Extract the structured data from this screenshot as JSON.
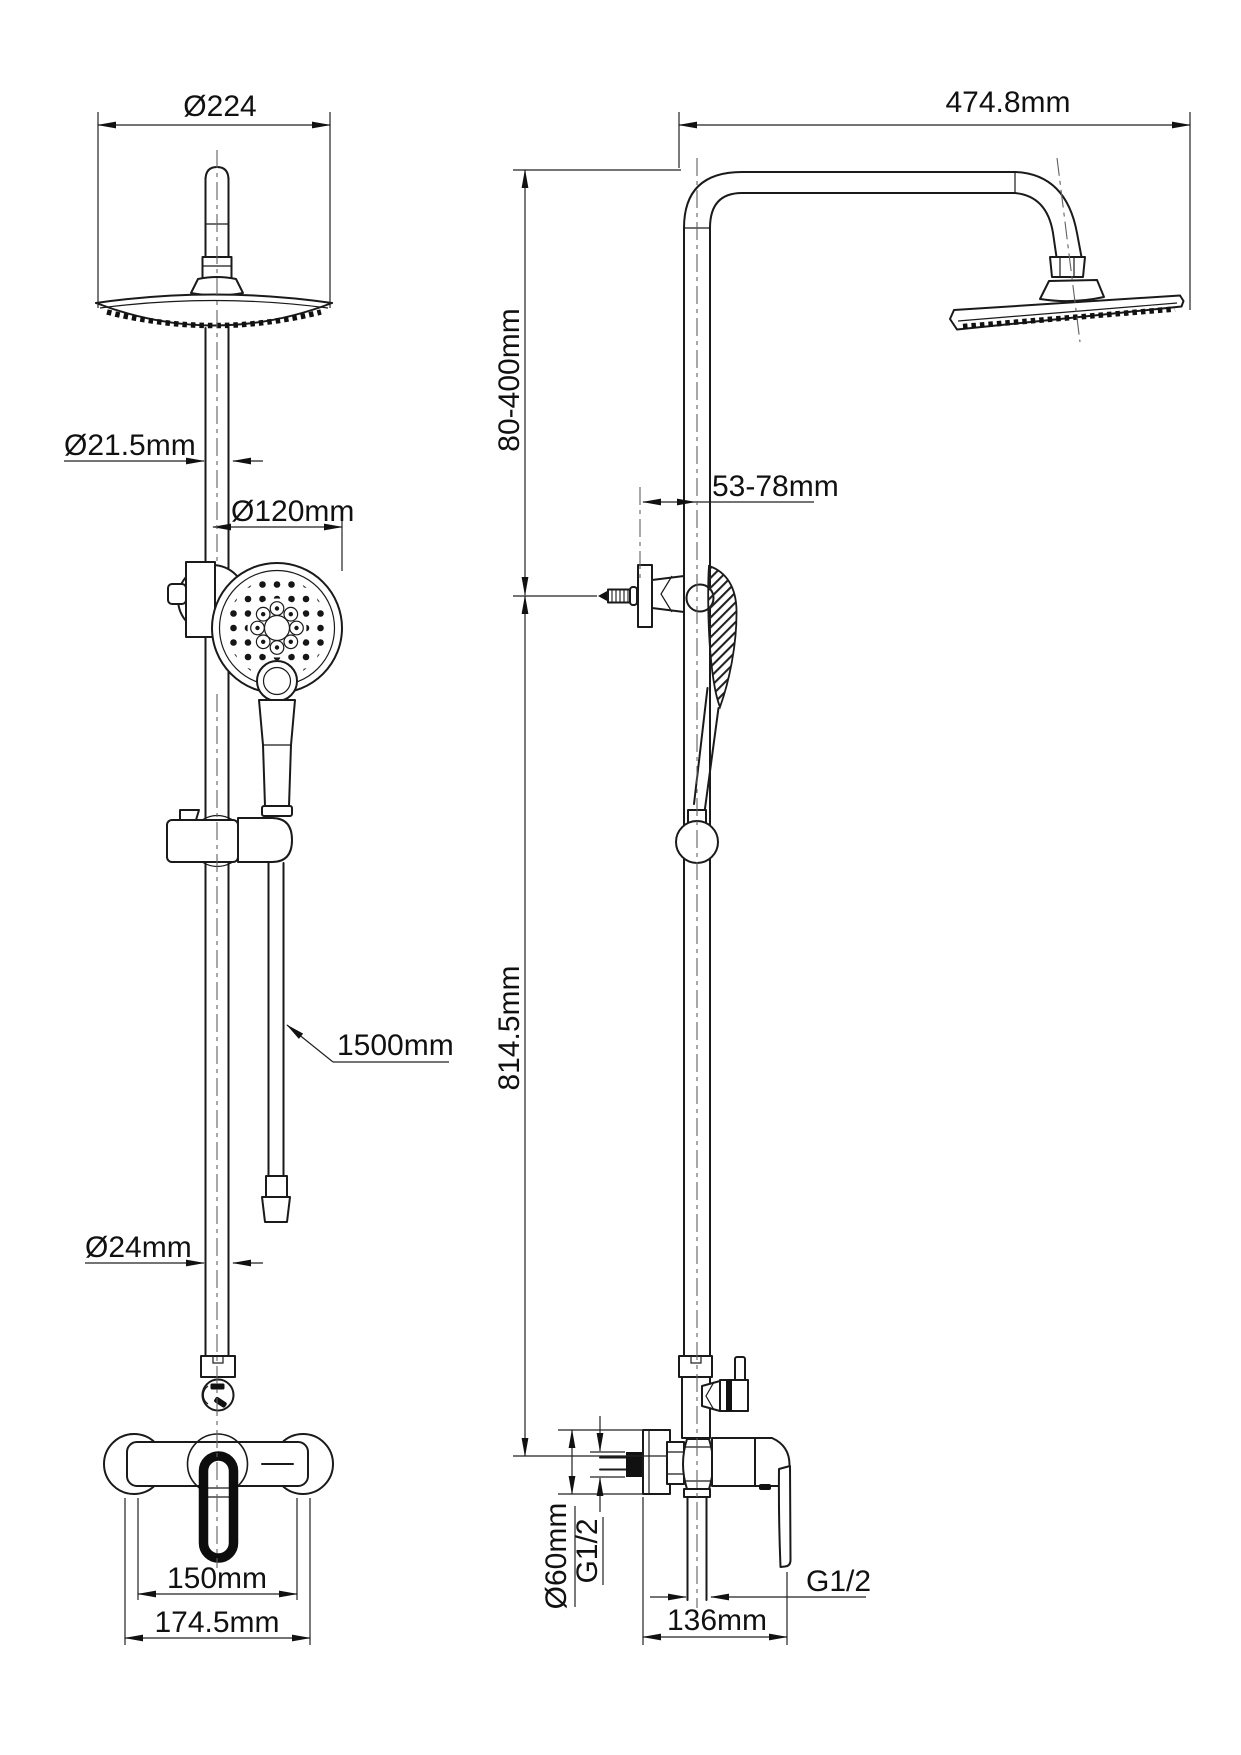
{
  "drawing": {
    "kind": "shower-system-dimension-drawing",
    "views": {
      "left": "front view",
      "right": "side view"
    }
  },
  "dimensions": {
    "front_head_diameter": "Ø224",
    "front_pipe_upper": "Ø21.5mm",
    "front_handshower_diameter": "Ø120mm",
    "front_hose_length": "1500mm",
    "front_pipe_lower": "Ø24mm",
    "front_inlet_spacing": "150mm",
    "front_overall_width": "174.5mm",
    "side_arm_reach": "474.8mm",
    "side_height_adjust": "80-400mm",
    "side_wall_offset": "53-78mm",
    "side_column_length": "814.5mm",
    "side_flange_diameter": "Ø60mm",
    "side_wall_thread": "G1/2",
    "side_wall_to_handle": "136mm",
    "side_inlet_thread": "G1/2"
  }
}
